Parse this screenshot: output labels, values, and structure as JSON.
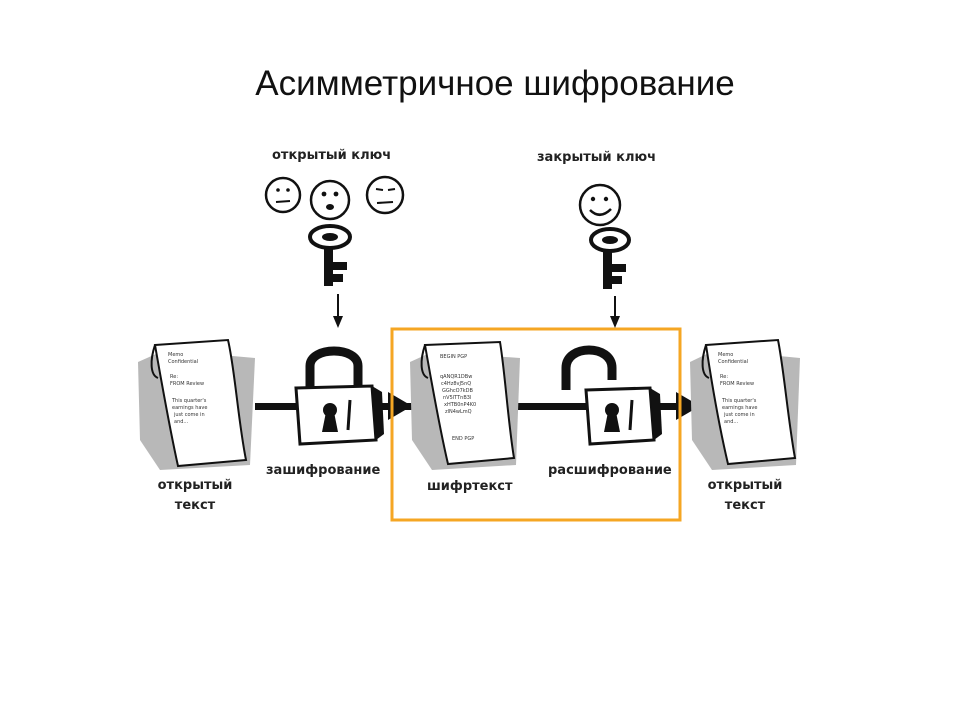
{
  "title": "Асимметричное шифрование",
  "labels": {
    "public_key": "открытый ключ",
    "private_key": "закрытый ключ",
    "plaintext_left_1": "открытый",
    "plaintext_left_2": "текст",
    "encryption": "зашифрование",
    "ciphertext": "шифртекст",
    "decryption": "расшифрование",
    "plaintext_right_1": "открытый",
    "plaintext_right_2": "текст"
  },
  "documents": {
    "plain_lines": [
      "Memo",
      "Confidential",
      "Re:",
      "FROM Review",
      "This quarter's",
      "earnings have",
      "just come in",
      "and..."
    ],
    "cipher_lines": [
      "BEGIN PGP",
      "qANQR1DBw",
      "c4Hz8vJ5nQ",
      "GGhcO7kDB",
      "nV5lTTnB3l",
      "xHTB0nP4K0",
      "zlN4wLmQ",
      "END PGP"
    ]
  },
  "colors": {
    "highlight": "#f5a623",
    "ink": "#111111",
    "shadow": "#b8b8b8"
  }
}
